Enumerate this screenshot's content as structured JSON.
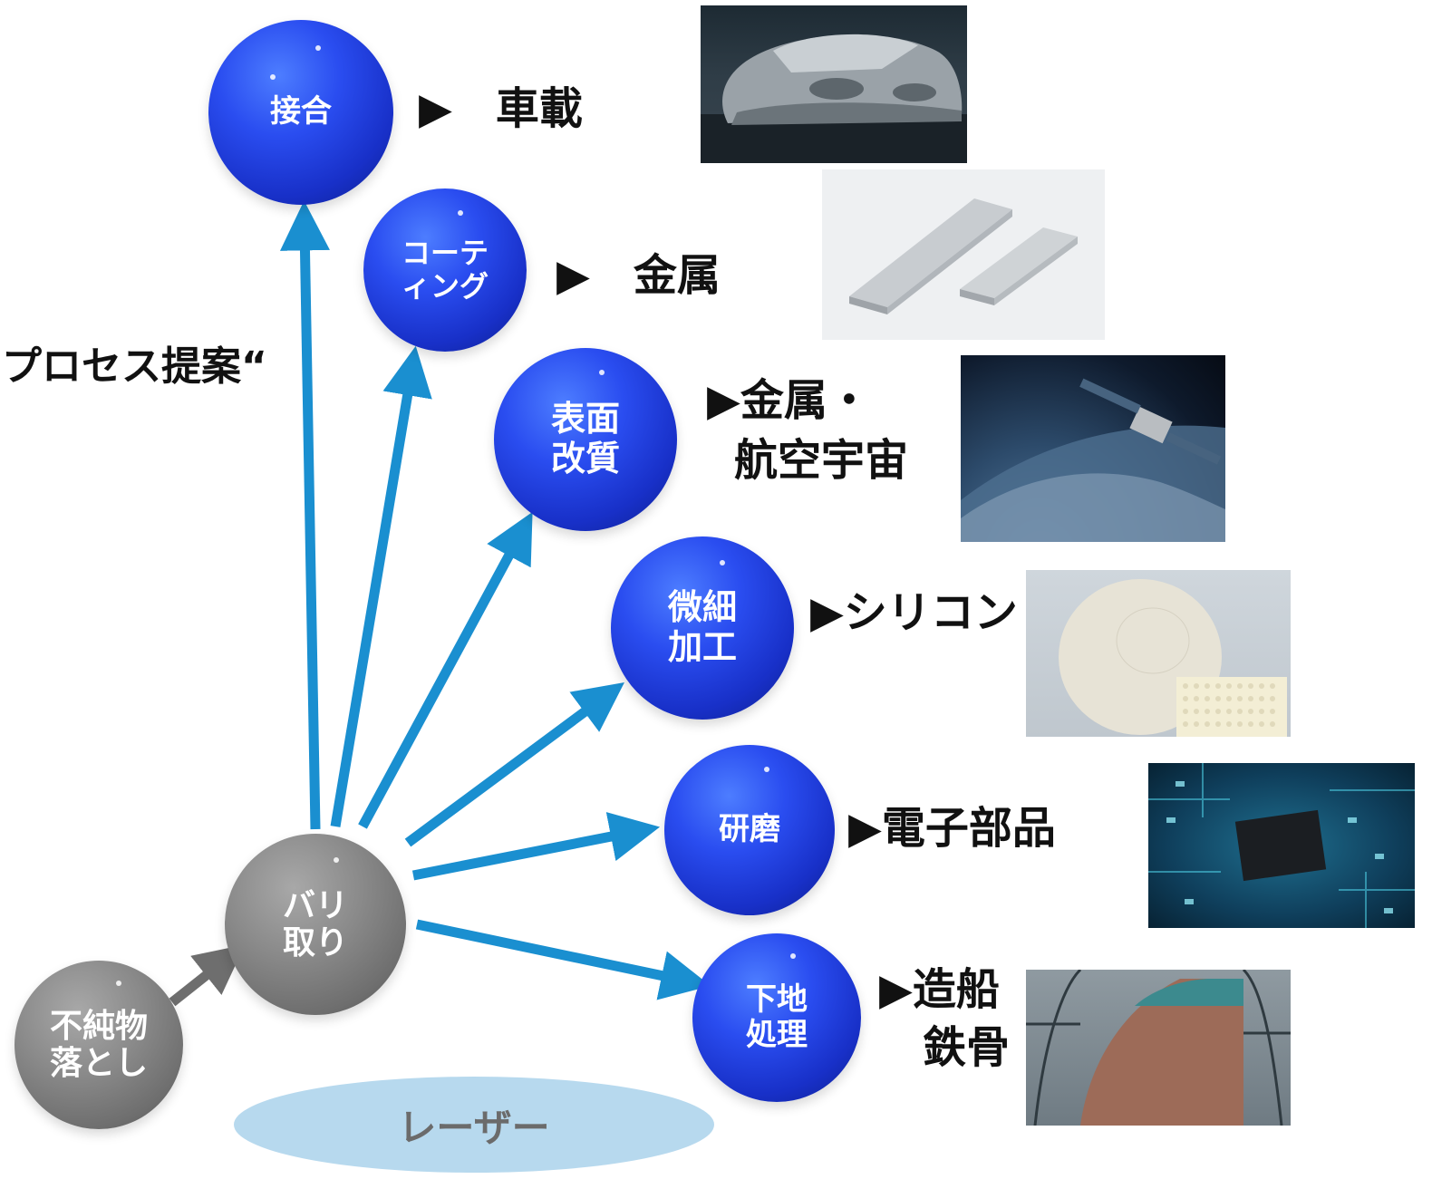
{
  "side_label": "プロセス提案“",
  "base_label": "レーザー",
  "spheres": {
    "impurity": [
      "不純物",
      "落とし"
    ],
    "deburr": [
      "バリ",
      "取り"
    ],
    "bonding": [
      "接合"
    ],
    "coating": [
      "コーテ",
      "ィング"
    ],
    "surface": [
      "表面",
      "改質"
    ],
    "micro": [
      "微細",
      "加工"
    ],
    "polishing": [
      "研磨"
    ],
    "groundwork": [
      "下地",
      "処理"
    ]
  },
  "applications": {
    "bonding": [
      "▶　車載"
    ],
    "coating": [
      "▶　金属"
    ],
    "surface": [
      "▶金属・",
      "航空宇宙"
    ],
    "micro": [
      "▶シリコン"
    ],
    "polishing": [
      "▶電子部品"
    ],
    "groundwork": [
      "▶造船",
      "鉄骨"
    ]
  },
  "photos": {
    "car": "car-photo",
    "metal": "metal-plates-photo",
    "satellite": "satellite-earth-photo",
    "silicon": "silicon-wafer-photo",
    "circuit": "circuit-board-photo",
    "ship": "ship-hull-photo"
  },
  "colors": {
    "arrow_blue": "#1a8fd0",
    "arrow_gray": "#6e6e6e",
    "sphere_blue": "#1830c8",
    "sphere_gray": "#7a7a7a",
    "ellipse": "#b7d9ee"
  }
}
